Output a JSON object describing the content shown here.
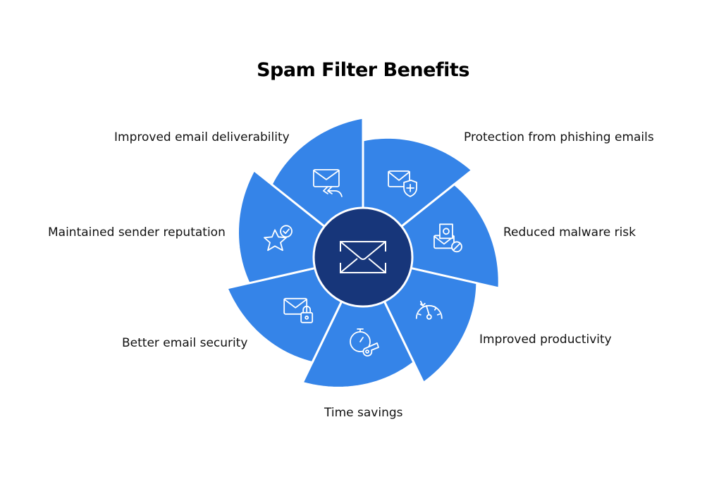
{
  "title": "Spam Filter Benefits",
  "colors": {
    "segment": "#3584e8",
    "center": "#17367a",
    "gap": "#ffffff"
  },
  "center_icon": "envelope-icon",
  "benefits": [
    {
      "label": "Protection from phishing emails",
      "icon": "envelope-shield-icon"
    },
    {
      "label": "Reduced malware risk",
      "icon": "envelope-bug-blocked-icon"
    },
    {
      "label": "Improved productivity",
      "icon": "speedometer-icon"
    },
    {
      "label": "Time savings",
      "icon": "stopwatch-whistle-icon"
    },
    {
      "label": "Better email security",
      "icon": "envelope-lock-icon"
    },
    {
      "label": "Maintained sender reputation",
      "icon": "star-check-icon"
    },
    {
      "label": "Improved email deliverability",
      "icon": "envelope-reply-icon"
    }
  ]
}
